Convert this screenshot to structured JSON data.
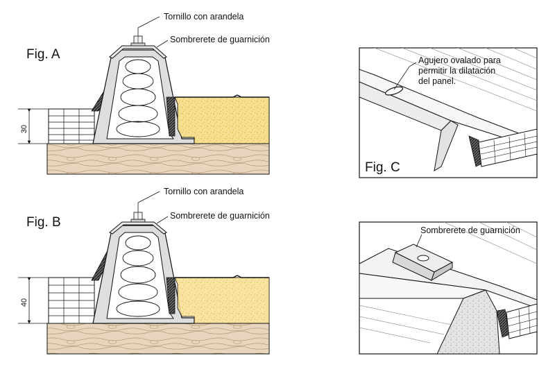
{
  "figures": {
    "a": {
      "title": "Fig. A",
      "callout_screw": "Tornillo con arandela",
      "callout_cap": "Sombrerete de guarnición",
      "dimension": "30"
    },
    "b": {
      "title": "Fig. B",
      "callout_screw": "Tornillo con arandela",
      "callout_cap": "Sombrerete de guarnición",
      "dimension": "40"
    },
    "c": {
      "title": "Fig. C",
      "callout_line1": "Agujero ovalado para",
      "callout_line2": "permitir la dilatación",
      "callout_line3": "del panel."
    },
    "d": {
      "callout_cap": "Sombrerete de guarnición"
    }
  },
  "colors": {
    "wood": "#e7d6bd",
    "wood_grain": "#b79c78",
    "foam": "#f7df91",
    "foam_dots": "#d9ab35",
    "insulation": "#ffffff",
    "gray_foam": "#e4e4e4",
    "metal": "#dedede",
    "line": "#111111"
  }
}
